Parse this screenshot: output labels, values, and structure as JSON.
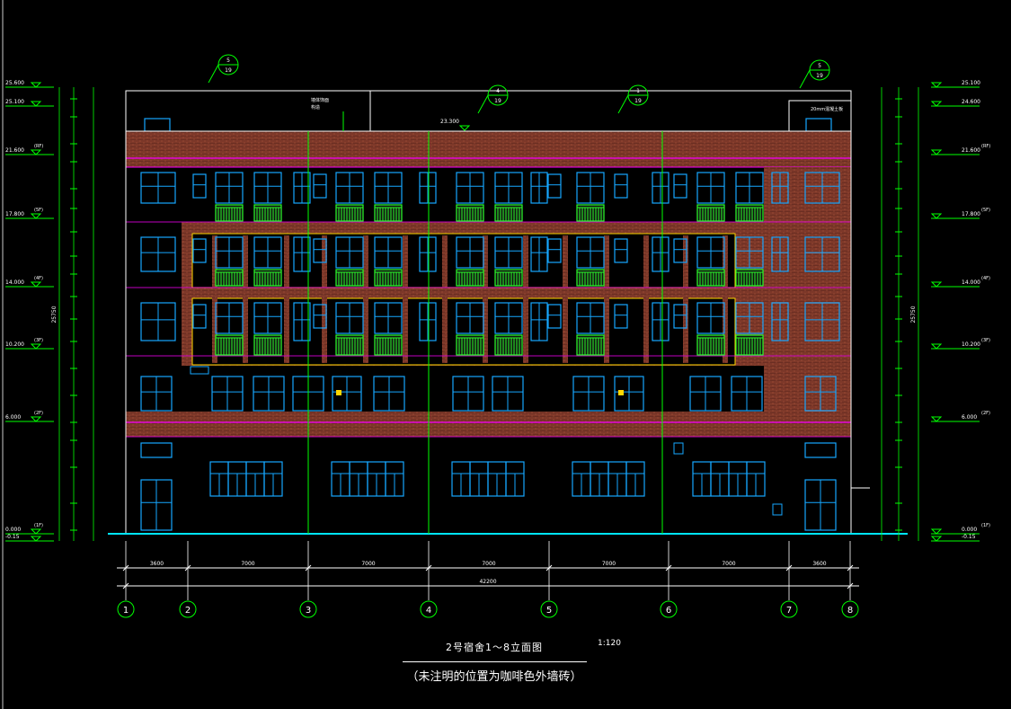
{
  "drawing": {
    "title": "2号宿舍1～8立面图",
    "scale": "1:120",
    "note": "（未注明的位置为咖啡色外墙砖）"
  },
  "axes": {
    "labels": [
      "1",
      "2",
      "3",
      "4",
      "5",
      "6",
      "7",
      "8"
    ],
    "spans": [
      "3600",
      "7000",
      "7000",
      "7000",
      "7000",
      "7000",
      "3600"
    ],
    "total": "42200"
  },
  "elevations_left": [
    {
      "value": "25.600",
      "floor": ""
    },
    {
      "value": "25.100",
      "floor": ""
    },
    {
      "value": "21.600",
      "floor": "(RF)"
    },
    {
      "value": "17.800",
      "floor": "(5F)"
    },
    {
      "value": "14.000",
      "floor": "(4F)"
    },
    {
      "value": "10.200",
      "floor": "(3F)"
    },
    {
      "value": "6.000",
      "floor": "(2F)"
    },
    {
      "value": "0.000",
      "floor": "(1F)"
    },
    {
      "value": "-0.15",
      "floor": ""
    }
  ],
  "elevations_right": [
    {
      "value": "25.100",
      "floor": ""
    },
    {
      "value": "24.600",
      "floor": ""
    },
    {
      "value": "21.600",
      "floor": "(RF)"
    },
    {
      "value": "17.800",
      "floor": "(5F)"
    },
    {
      "value": "14.000",
      "floor": "(4F)"
    },
    {
      "value": "10.200",
      "floor": "(3F)"
    },
    {
      "value": "6.000",
      "floor": "(2F)"
    },
    {
      "value": "0.000",
      "floor": "(1F)"
    },
    {
      "value": "-0.15",
      "floor": ""
    }
  ],
  "detail_refs": [
    {
      "num": "5",
      "sheet": "19"
    },
    {
      "num": "4",
      "sheet": "19"
    },
    {
      "num": "1",
      "sheet": "19"
    },
    {
      "num": "5",
      "sheet": "19"
    }
  ],
  "notes": {
    "roof_level": "23.300",
    "roof_note_1": "墙体饰面",
    "roof_note_2": "构造",
    "roof_right_note": "20mm混凝土板",
    "total_height": "25750"
  },
  "colors": {
    "background": "#000000",
    "line_green": "#00ff00",
    "window_cyan": "#16a7ff",
    "brick": "#7a3828",
    "magenta": "#ff00ff",
    "railing": "#2bff2b",
    "yellow": "#ffd700",
    "white": "#ffffff"
  }
}
